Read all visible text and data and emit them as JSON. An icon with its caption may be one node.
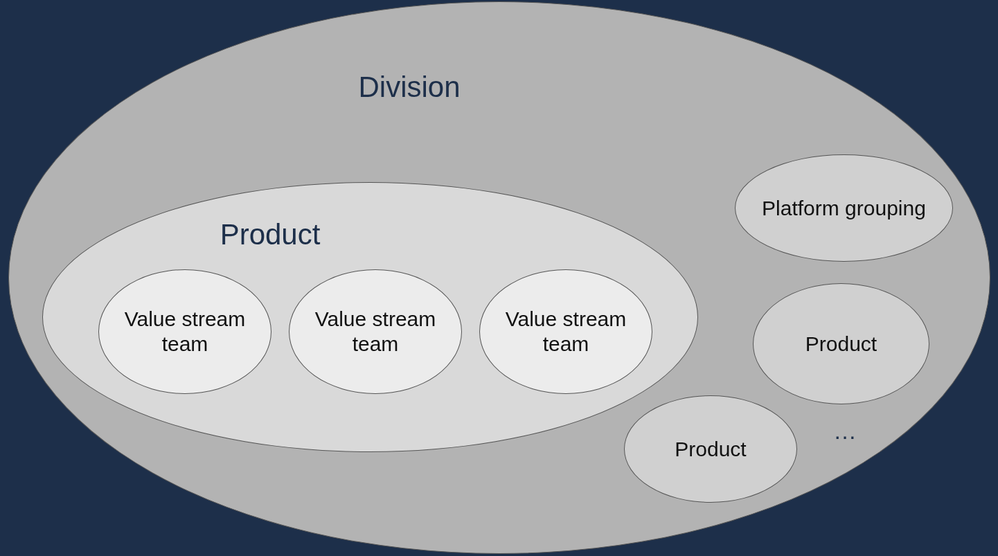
{
  "diagram": {
    "nodes": [
      {
        "text": [
          "Division"
        ]
      },
      {
        "text": [
          "Product"
        ],
        "in": 0
      },
      {
        "text": [
          "Value stream team"
        ],
        "in": 1
      },
      {
        "text": [
          "Value stream team"
        ],
        "in": 1
      },
      {
        "text": [
          "Value stream team"
        ],
        "in": 1
      },
      {
        "text": [
          "Platform grouping"
        ],
        "in": 0
      },
      {
        "text": [
          "Product"
        ],
        "in": 0
      },
      {
        "text": [
          "Product"
        ],
        "in": 0
      }
    ],
    "labels": [
      "…"
    ]
  }
}
